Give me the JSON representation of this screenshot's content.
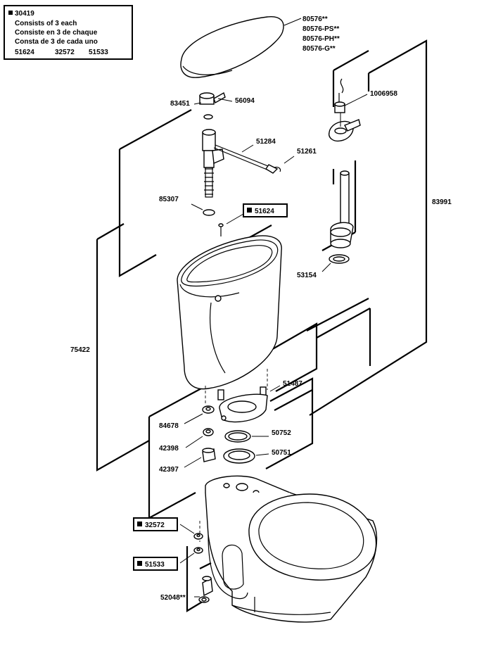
{
  "kit": {
    "number": "30419",
    "lines": [
      "Consists of 3 each",
      "Consiste en 3 de chaque",
      "Consta de 3 de cada uno"
    ],
    "parts": [
      "51624",
      "32572",
      "51533"
    ]
  },
  "labels": {
    "lid_80576": "80576**",
    "lid_80576_ps": "80576-PS**",
    "lid_80576_ph": "80576-PH**",
    "lid_80576_g": "80576-G**",
    "p83451": "83451",
    "p56094": "56094",
    "p1006958": "1006958",
    "p51284": "51284",
    "p51261": "51261",
    "p85307": "85307",
    "p51624": "51624",
    "p83991": "83991",
    "p53154": "53154",
    "p75422": "75422",
    "p51487": "51487",
    "p84678": "84678",
    "p50752": "50752",
    "p42398": "42398",
    "p50751": "50751",
    "p42397": "42397",
    "p32572": "32572",
    "p51533": "51533",
    "p52048": "52048**"
  }
}
